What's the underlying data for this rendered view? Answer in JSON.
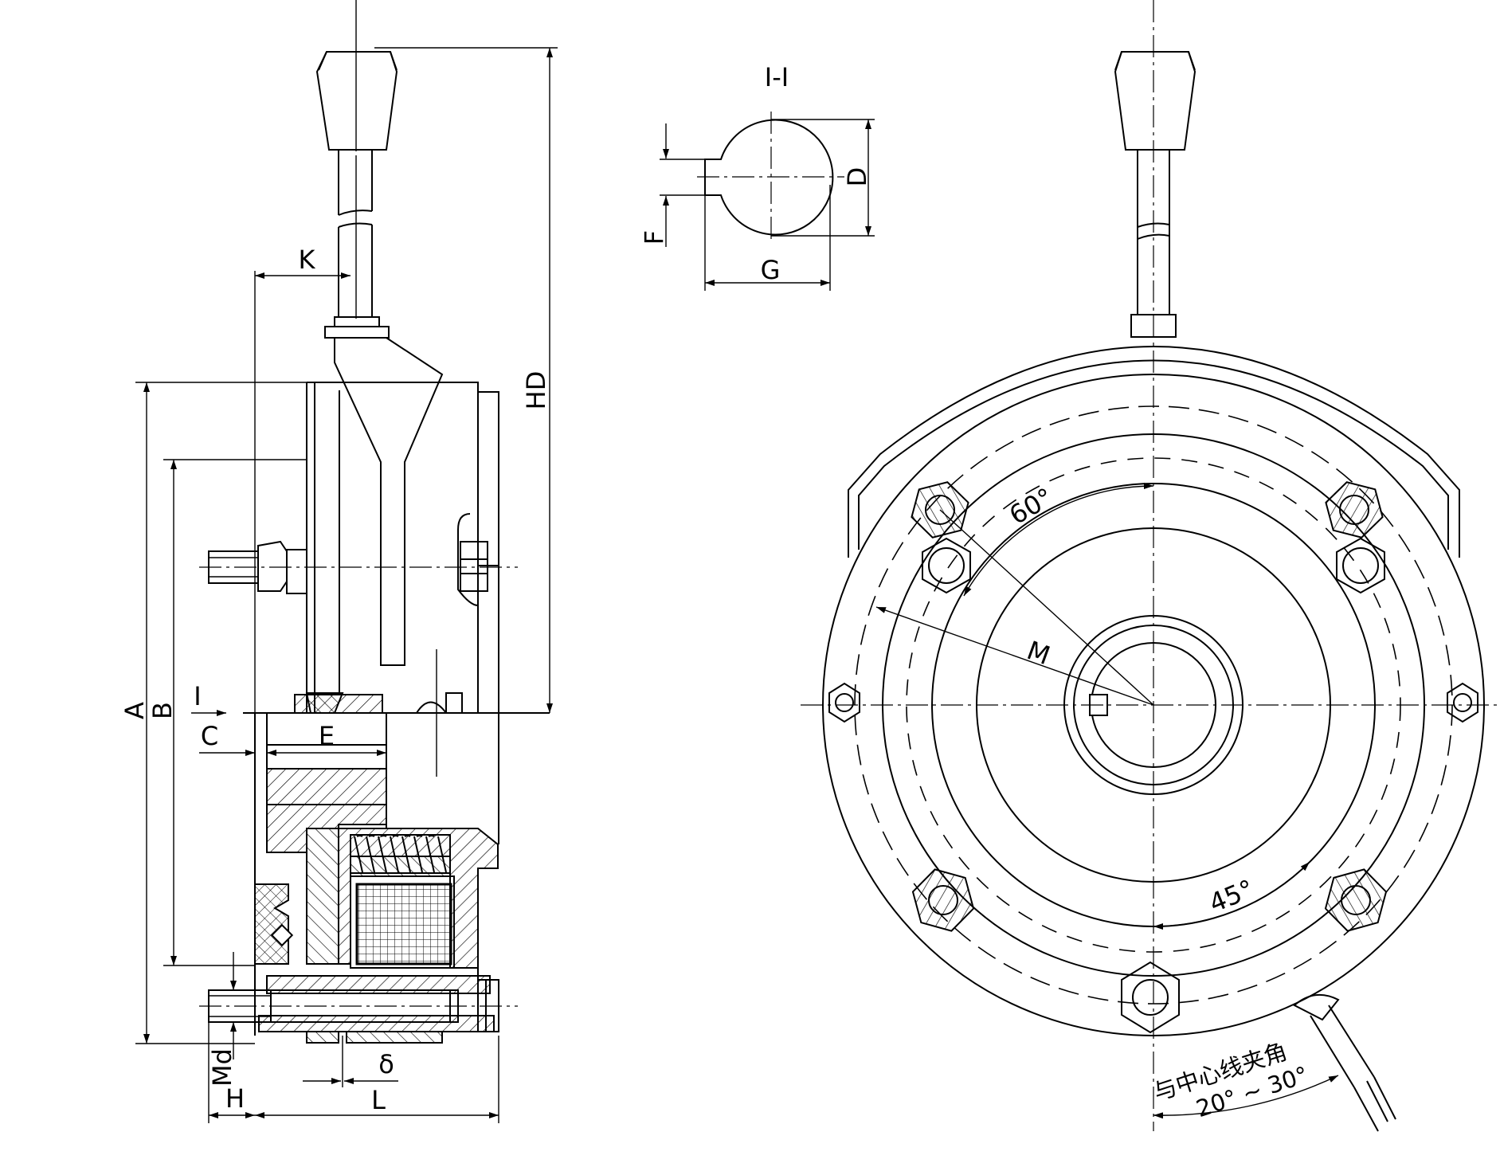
{
  "dimension_labels": {
    "HD": "HD",
    "K": "K",
    "A": "A",
    "B": "B",
    "I_arrow": "I",
    "C": "C",
    "E": "E",
    "Md": "Md",
    "H": "H",
    "delta": "δ",
    "L": "L",
    "section": "I-I",
    "D": "D",
    "F": "F",
    "G": "G",
    "M": "M",
    "angle60": "60°",
    "angle45": "45°"
  },
  "note": {
    "line1": "与中心线夹角",
    "line2": "20° ~ 30°"
  }
}
